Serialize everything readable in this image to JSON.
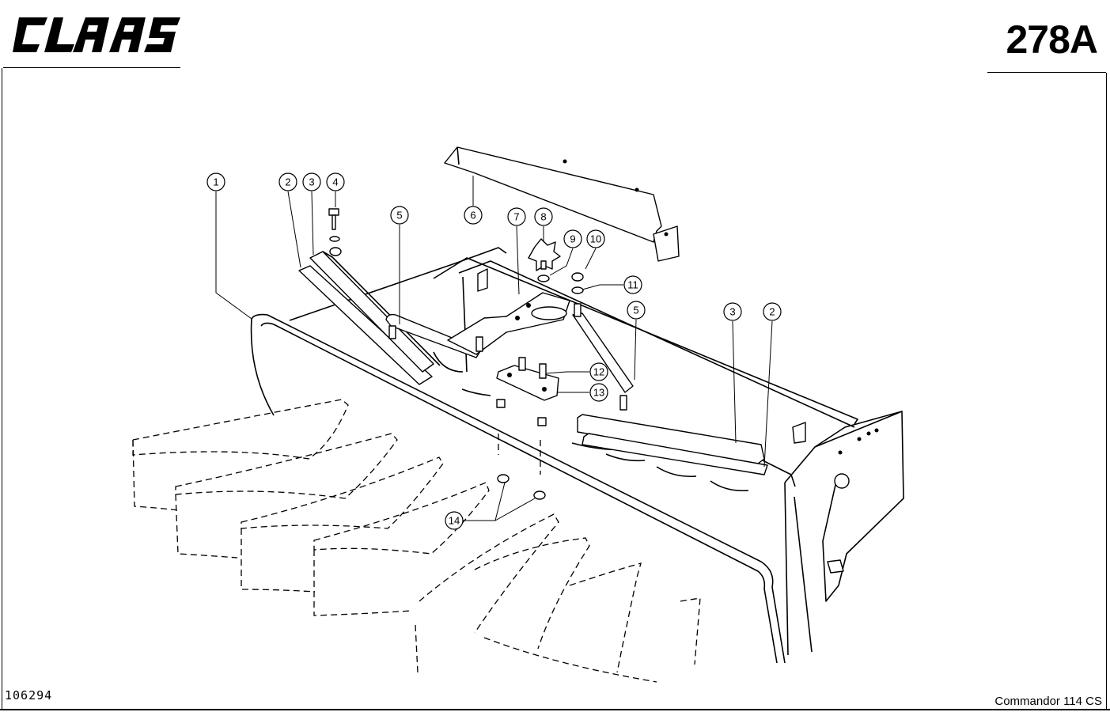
{
  "header": {
    "brand": "CLAAS",
    "page_number": "278A"
  },
  "footer": {
    "drawing_number": "106294",
    "model": "Commandor 114 CS"
  },
  "callouts": [
    {
      "label": "1"
    },
    {
      "label": "2"
    },
    {
      "label": "3"
    },
    {
      "label": "4"
    },
    {
      "label": "5"
    },
    {
      "label": "6"
    },
    {
      "label": "7"
    },
    {
      "label": "8"
    },
    {
      "label": "9"
    },
    {
      "label": "10"
    },
    {
      "label": "11"
    },
    {
      "label": "5"
    },
    {
      "label": "3"
    },
    {
      "label": "2"
    },
    {
      "label": "12"
    },
    {
      "label": "13"
    },
    {
      "label": "14"
    }
  ]
}
